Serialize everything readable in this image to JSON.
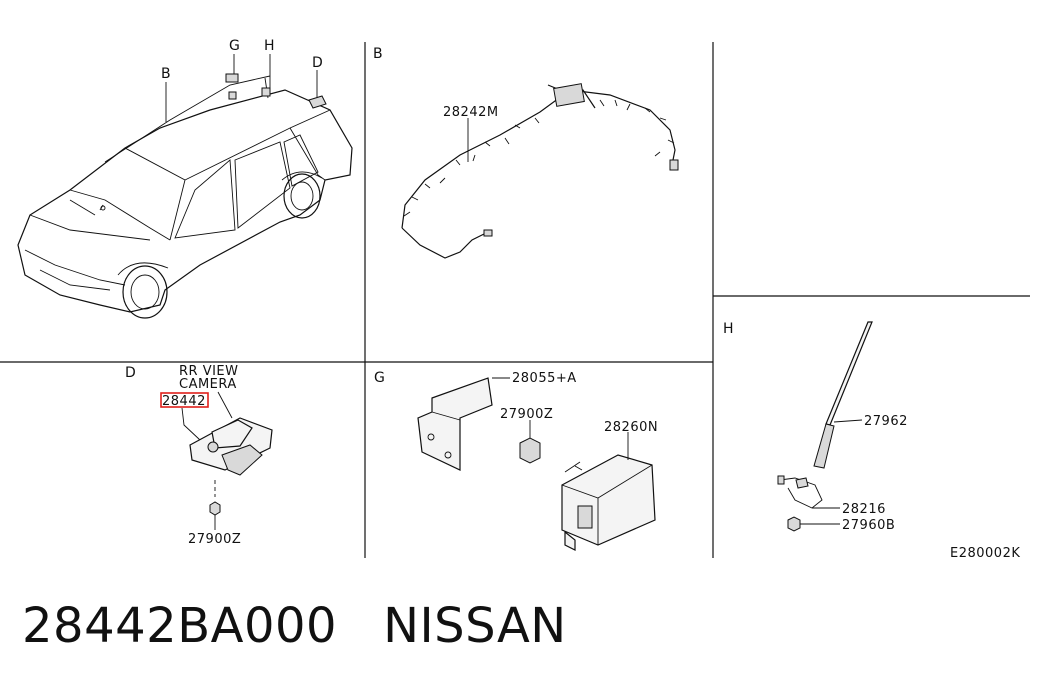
{
  "sections": {
    "B_top": "B",
    "B_car": "B",
    "G_car": "G",
    "H_car": "H",
    "D_car": "D",
    "D": "D",
    "G": "G",
    "H": "H"
  },
  "labels": {
    "harness": "28242M",
    "rr_view_line1": "RR VIEW",
    "rr_view_line2": "CAMERA",
    "camera": "28442",
    "nut_d": "27900Z",
    "bracket": "28055+A",
    "nut_g": "27900Z",
    "controller": "28260N",
    "antenna": "27962",
    "feeder": "28216",
    "antenna_nut": "27960B"
  },
  "diagram_code": "E280002K",
  "footer": {
    "part_number": "28442BA000",
    "brand": "NISSAN"
  },
  "colors": {
    "highlight": "#e0201b",
    "line": "#111111"
  }
}
